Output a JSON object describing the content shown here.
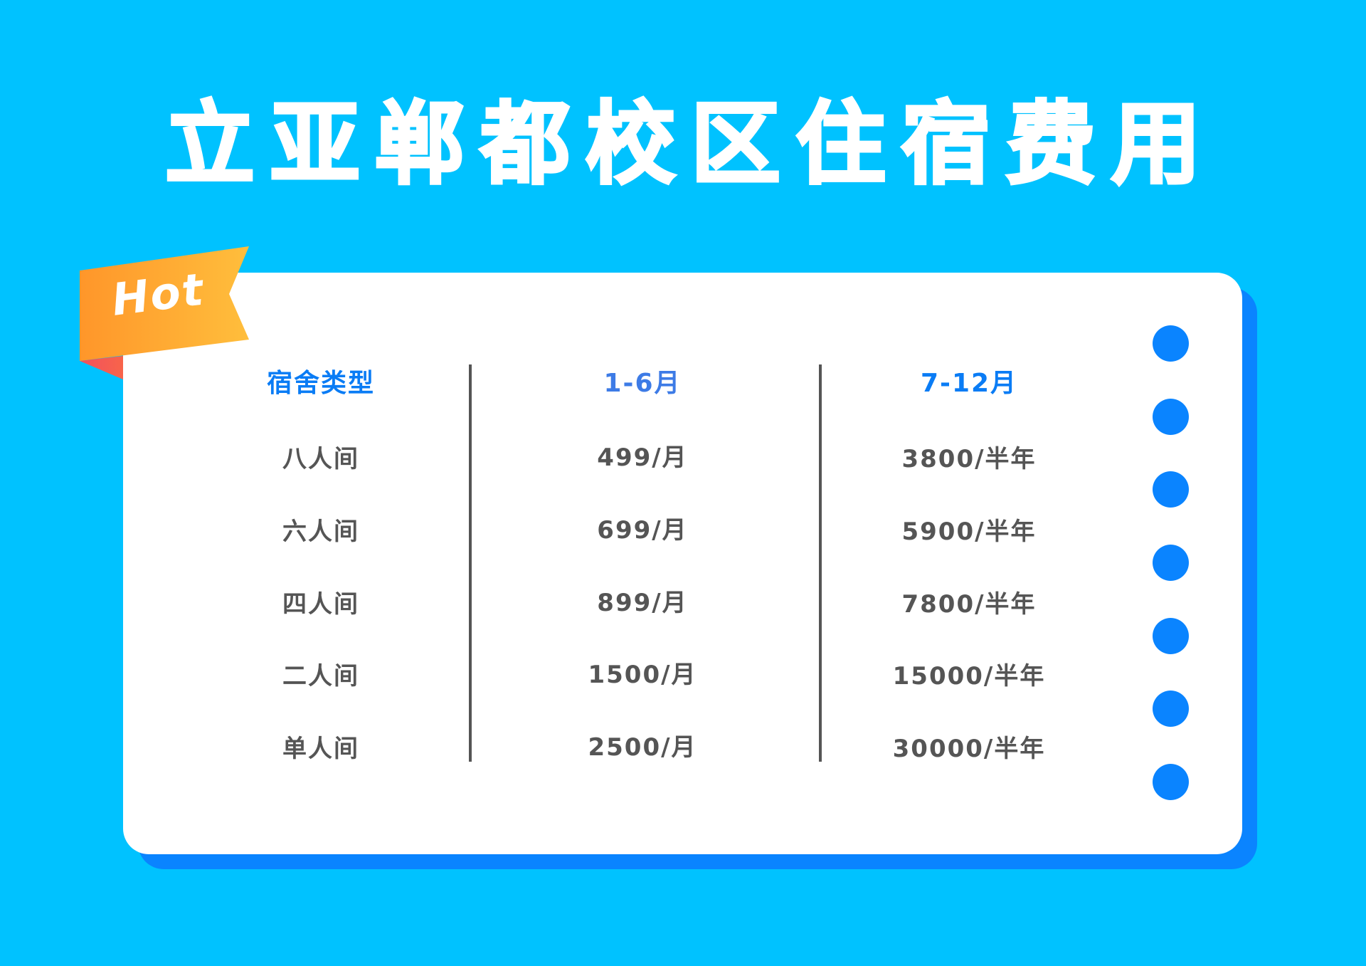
{
  "title": {
    "text": "立亚郸都校区住宿费用",
    "chars": [
      "立",
      "亚",
      "郸",
      "都",
      "校",
      "区",
      "住",
      "宿",
      "费",
      "用"
    ]
  },
  "badge": {
    "label": "Hot"
  },
  "colors": {
    "background": "#00c2ff",
    "card": "#ffffff",
    "card_shadow": "#0a84ff",
    "header_text": "#0a7cf5",
    "body_text": "#555555",
    "dot": "#0a84ff",
    "ribbon_start": "#ff962a",
    "ribbon_end": "#ffbe3c",
    "ribbon_fold": "#f0505f"
  },
  "table": {
    "headers": [
      "宿舍类型",
      "1-6月",
      "7-12月"
    ],
    "rows": [
      {
        "type": "八人间",
        "h1": "499/月",
        "h2": "3800/半年"
      },
      {
        "type": "六人间",
        "h1": "699/月",
        "h2": "5900/半年"
      },
      {
        "type": "四人间",
        "h1": "899/月",
        "h2": "7800/半年"
      },
      {
        "type": "二人间",
        "h1": "1500/月",
        "h2": "15000/半年"
      },
      {
        "type": "单人间",
        "h1": "2500/月",
        "h2": "30000/半年"
      }
    ]
  },
  "decor": {
    "dot_count": 7,
    "dot_icon": "binder-hole-dot"
  }
}
